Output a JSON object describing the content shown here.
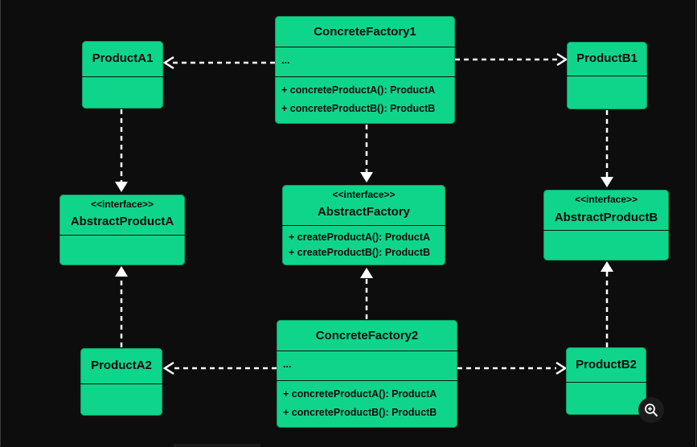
{
  "diagram": {
    "concrete_factory_1": {
      "name": "ConcreteFactory1",
      "attributes": "...",
      "methods": [
        "+ concreteProductA(): ProductA",
        "+ concreteProductB(): ProductB"
      ]
    },
    "concrete_factory_2": {
      "name": "ConcreteFactory2",
      "attributes": "...",
      "methods": [
        "+ concreteProductA(): ProductA",
        "+ concreteProductB(): ProductB"
      ]
    },
    "abstract_factory": {
      "stereotype": "<<interface>>",
      "name": "AbstractFactory",
      "methods": [
        "+ createProductA(): ProductA",
        "+ createProductB(): ProductB"
      ]
    },
    "abstract_product_a": {
      "stereotype": "<<interface>>",
      "name": "AbstractProductA"
    },
    "abstract_product_b": {
      "stereotype": "<<interface>>",
      "name": "AbstractProductB"
    },
    "product_a1": {
      "name": "ProductA1"
    },
    "product_a2": {
      "name": "ProductA2"
    },
    "product_b1": {
      "name": "ProductB1"
    },
    "product_b2": {
      "name": "ProductB2"
    }
  },
  "colors": {
    "background": "#0d0d0d",
    "box": "#0fd58a",
    "connector": "#ffffff"
  },
  "controls": {
    "zoom_icon": "zoom-in-icon"
  }
}
